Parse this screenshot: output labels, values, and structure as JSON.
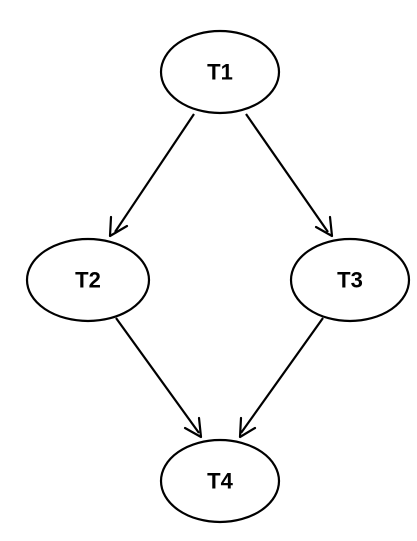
{
  "diagram": {
    "nodes": [
      {
        "id": "t1",
        "label": "T1"
      },
      {
        "id": "t2",
        "label": "T2"
      },
      {
        "id": "t3",
        "label": "T3"
      },
      {
        "id": "t4",
        "label": "T4"
      }
    ],
    "edges": [
      {
        "from": "t1",
        "to": "t2"
      },
      {
        "from": "t1",
        "to": "t3"
      },
      {
        "from": "t2",
        "to": "t4"
      },
      {
        "from": "t3",
        "to": "t4"
      }
    ]
  }
}
